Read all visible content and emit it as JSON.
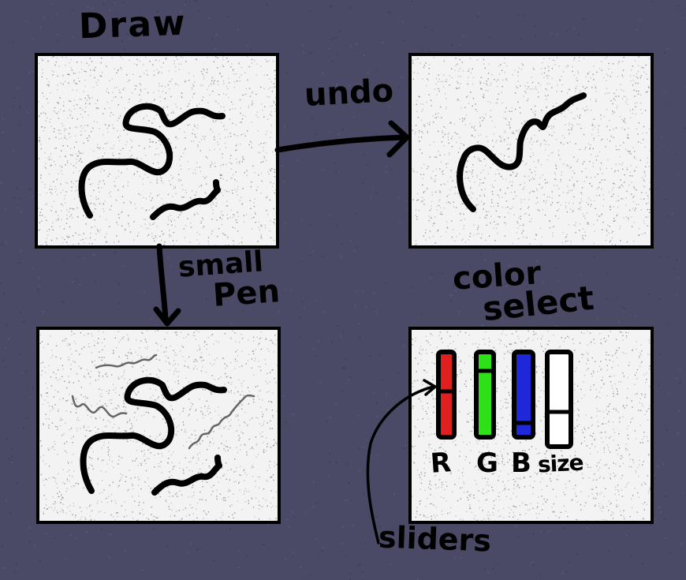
{
  "labels": {
    "draw": "Draw",
    "undo": "undo",
    "small": "small",
    "pen": "Pen",
    "color": "color",
    "select": "select",
    "sliders": "sliders"
  },
  "sliders": [
    {
      "name": "R",
      "color": "#e0201f"
    },
    {
      "name": "G",
      "color": "#2ee018"
    },
    {
      "name": "B",
      "color": "#1e28d8"
    },
    {
      "name": "size",
      "color": "#ffffff"
    }
  ],
  "colors": {
    "background": "#4a4a66",
    "panel": "#f3f3f3",
    "ink": "#000000"
  }
}
